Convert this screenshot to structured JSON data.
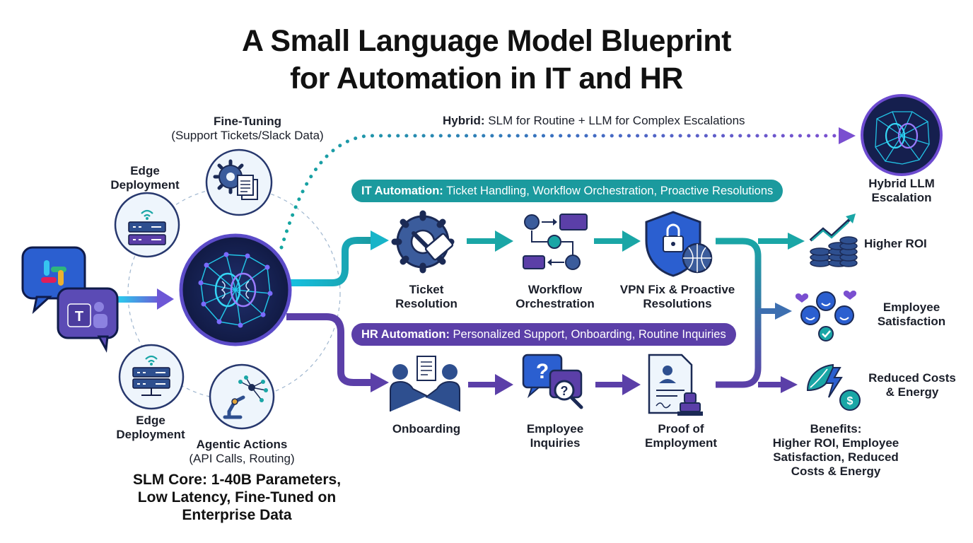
{
  "title": {
    "line1": "A Small Language Model Blueprint",
    "line2": "for Automation in IT and HR"
  },
  "hybrid": {
    "prefix": "Hybrid:",
    "text": " SLM for Routine + LLM for Complex Escalations",
    "node_label_1": "Hybrid LLM",
    "node_label_2": "Escalation"
  },
  "core_ring": {
    "fine_tuning_1": "Fine-Tuning",
    "fine_tuning_2": "(Support Tickets/Slack Data)",
    "edge_top_1": "Edge",
    "edge_top_2": "Deployment",
    "edge_bottom_1": "Edge",
    "edge_bottom_2": "Deployment",
    "agentic_1": "Agentic Actions",
    "agentic_2": "(API Calls, Routing)",
    "caption_1": "SLM Core: 1-40B Parameters,",
    "caption_2": "Low Latency, Fine-Tuned on",
    "caption_3": "Enterprise Data"
  },
  "it_lane": {
    "banner_prefix": "IT Automation:",
    "banner_text": " Ticket Handling, Workflow Orchestration, Proactive Resolutions",
    "steps": [
      {
        "line1": "Ticket",
        "line2": "Resolution"
      },
      {
        "line1": "Workflow",
        "line2": "Orchestration"
      },
      {
        "line1": "VPN Fix & Proactive",
        "line2": "Resolutions"
      }
    ]
  },
  "hr_lane": {
    "banner_prefix": "HR Automation:",
    "banner_text": " Personalized Support, Onboarding, Routine Inquiries",
    "steps": [
      {
        "line1": "Onboarding",
        "line2": ""
      },
      {
        "line1": "Employee",
        "line2": "Inquiries"
      },
      {
        "line1": "Proof of",
        "line2": "Employment"
      }
    ]
  },
  "outcomes": [
    {
      "line1": "Higher ROI",
      "line2": ""
    },
    {
      "line1": "Employee",
      "line2": "Satisfaction"
    },
    {
      "line1": "Reduced Costs",
      "line2": "& Energy"
    }
  ],
  "benefits": {
    "line1": "Benefits:",
    "line2": "Higher ROI, Employee",
    "line3": "Satisfaction, Reduced",
    "line4": "Costs & Energy"
  },
  "colors": {
    "teal": "#1aa6a6",
    "purple": "#5b3fa8",
    "navy": "#1c2a6b",
    "cyan": "#22c3e6",
    "icon_blue": "#2e4f8f"
  }
}
